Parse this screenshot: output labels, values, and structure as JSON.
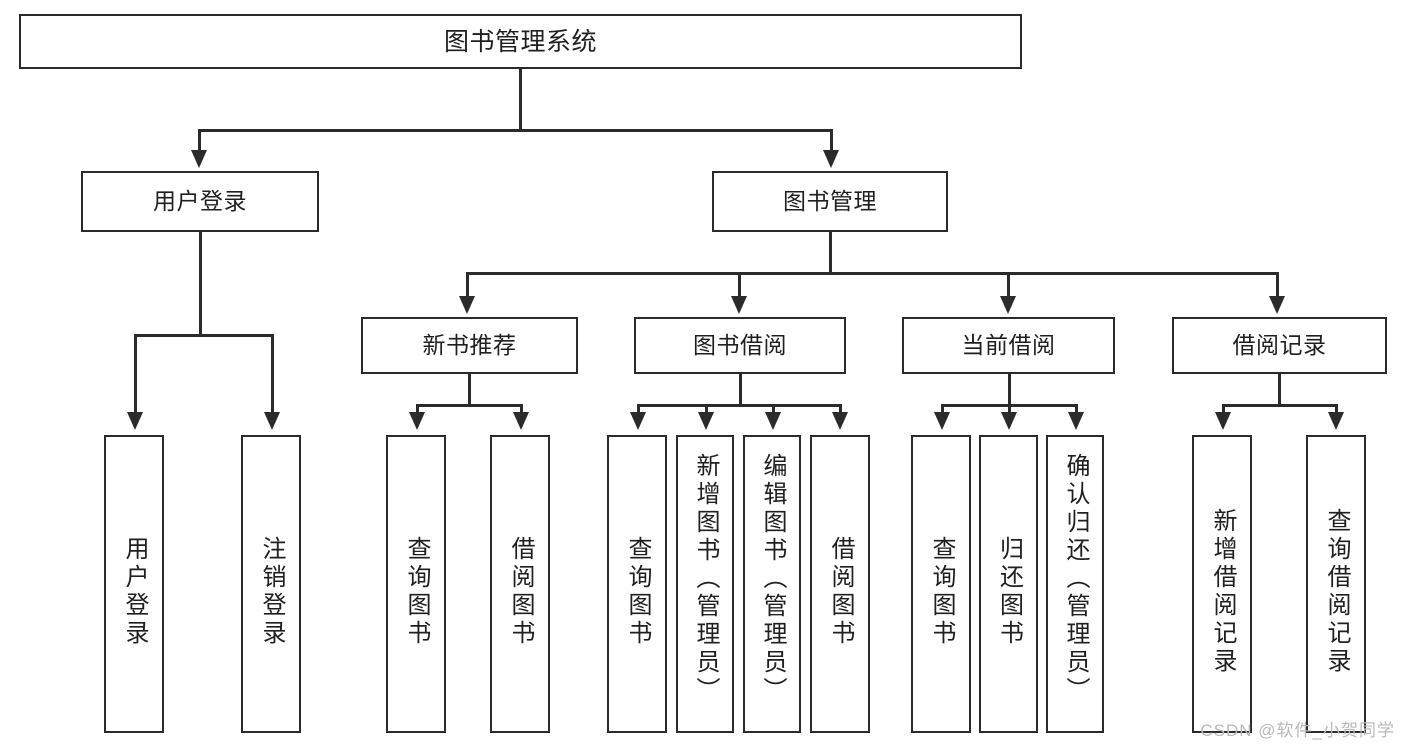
{
  "diagram": {
    "type": "hierarchy-tree",
    "title_node": {
      "label": "图书管理系统"
    },
    "level2": [
      {
        "id": "user-login",
        "label": "用户登录"
      },
      {
        "id": "book-management",
        "label": "图书管理"
      }
    ],
    "level3": [
      {
        "id": "new-book-recommend",
        "label": "新书推荐",
        "parent": "book-management"
      },
      {
        "id": "book-borrow",
        "label": "图书借阅",
        "parent": "book-management"
      },
      {
        "id": "current-borrow",
        "label": "当前借阅",
        "parent": "book-management"
      },
      {
        "id": "borrow-record",
        "label": "借阅记录",
        "parent": "book-management"
      }
    ],
    "leaves": {
      "user_login": [
        {
          "id": "leaf-user-login",
          "label": "用户登录"
        },
        {
          "id": "leaf-logout-login",
          "label": "注销登录"
        }
      ],
      "new_book_recommend": [
        {
          "id": "leaf-query-book-1",
          "label": "查询图书"
        },
        {
          "id": "leaf-borrow-book-1",
          "label": "借阅图书"
        }
      ],
      "book_borrow": [
        {
          "id": "leaf-query-book-2",
          "label": "查询图书"
        },
        {
          "id": "leaf-add-book",
          "label": "新增图书（管理员）"
        },
        {
          "id": "leaf-edit-book",
          "label": "编辑图书（管理员）"
        },
        {
          "id": "leaf-borrow-book-2",
          "label": "借阅图书"
        }
      ],
      "current_borrow": [
        {
          "id": "leaf-query-book-3",
          "label": "查询图书"
        },
        {
          "id": "leaf-return-book",
          "label": "归还图书"
        },
        {
          "id": "leaf-confirm-return",
          "label": "确认归还（管理员）"
        }
      ],
      "borrow_record": [
        {
          "id": "leaf-add-record",
          "label": "新增借阅记录"
        },
        {
          "id": "leaf-query-record",
          "label": "查询借阅记录"
        }
      ]
    }
  },
  "watermark": {
    "text": "CSDN @软件_小贺同学"
  },
  "colors": {
    "stroke": "#2b2b2b",
    "text": "#1f1f1f",
    "background": "#ffffff",
    "watermark": "#b9b9b9"
  }
}
